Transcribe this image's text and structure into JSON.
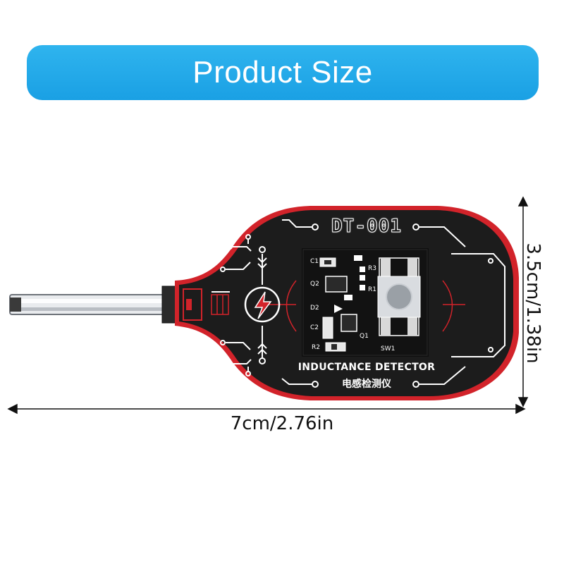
{
  "banner": {
    "title": "Product Size",
    "color": "#1fa8e8"
  },
  "dimensions": {
    "width_label": "7cm/2.76in",
    "height_label": "3.5cm/1.38in"
  },
  "device": {
    "model": "DT-001",
    "name_en": "INDUCTANCE DETECTOR",
    "name_zh": "电感检测仪",
    "component_labels": {
      "c1": "C1",
      "q2": "Q2",
      "d2": "D2",
      "c2": "C2",
      "r2": "R2",
      "r3": "R3",
      "r1": "R1",
      "q1": "Q1",
      "sw1": "SW1"
    },
    "board_color": "#1c1c1c",
    "outline_color": "#d2232a"
  }
}
